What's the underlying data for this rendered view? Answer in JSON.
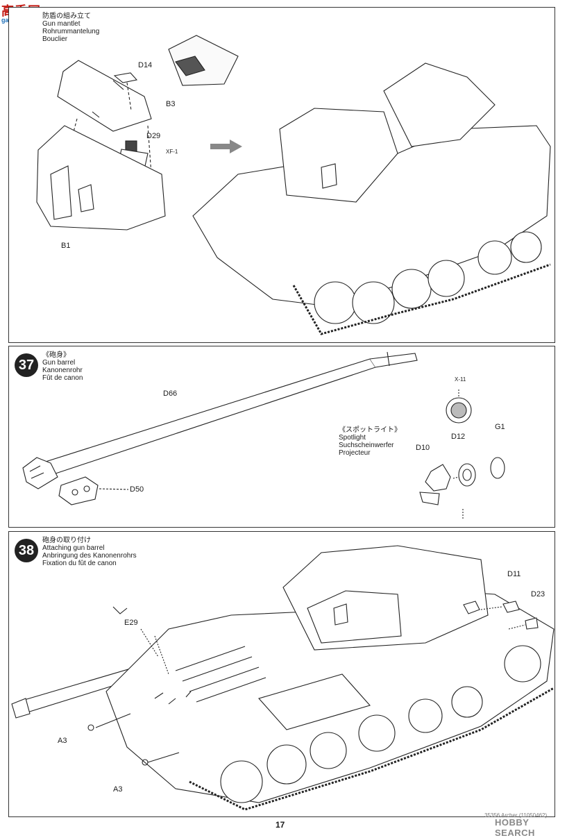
{
  "watermark": {
    "site_cn": "高手网",
    "site_url": "gaoshou.com"
  },
  "step36": {
    "title_jp": "防盾の組み立て",
    "title_en": "Gun mantlet",
    "title_de": "Rohrummantelung",
    "title_fr": "Bouclier",
    "parts": {
      "d14": "D14",
      "b3": "B3",
      "d29": "D29",
      "paint": "XF-1",
      "b1": "B1"
    }
  },
  "step37": {
    "number": "37",
    "title_jp": "《砲身》",
    "title_en": "Gun barrel",
    "title_de": "Kanonenrohr",
    "title_fr": "Fût de canon",
    "parts": {
      "d66": "D66",
      "d50": "D50",
      "paint": "X-11",
      "d12": "D12",
      "g1": "G1",
      "d10": "D10"
    },
    "spotlight": {
      "title_jp": "《スポットライト》",
      "title_en": "Spotlight",
      "title_de": "Suchscheinwerfer",
      "title_fr": "Projecteur"
    }
  },
  "step38": {
    "number": "38",
    "title_jp": "砲身の取り付け",
    "title_en": "Attaching gun barrel",
    "title_de": "Anbringung des Kanonenrohrs",
    "title_fr": "Fixation du fût de canon",
    "parts": {
      "d11": "D11",
      "d23": "D23",
      "e29": "E29",
      "a3_top": "A3",
      "a3_bottom": "A3"
    }
  },
  "footer": {
    "page_number": "17",
    "code": "35356 Archer (11050462)",
    "logo": "HOBBY SEARCH"
  }
}
